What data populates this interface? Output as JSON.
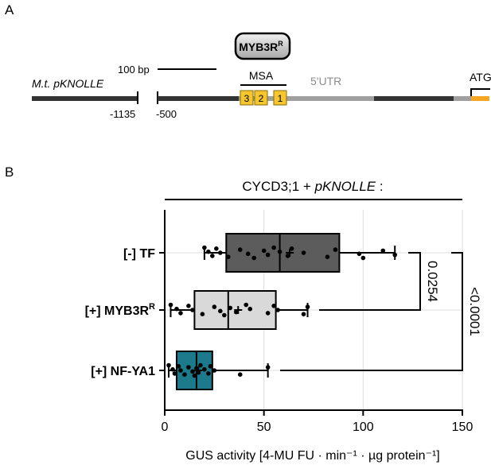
{
  "panel_a": {
    "label": "A",
    "tf_label": "MYB3R",
    "tf_sup": "R",
    "scale_label": "100 bp",
    "promoter_label_a": "M.t. ",
    "promoter_label_b": "pKNOLLE",
    "msa_label": "MSA",
    "utr_label": "5'UTR",
    "atg_label": "ATG",
    "pos_left": "-1135",
    "pos_right": "-500",
    "boxes": [
      "3",
      "2",
      "1"
    ]
  },
  "chart_data": {
    "type": "box",
    "panel_label": "B",
    "title_a": "CYCD3;1 + ",
    "title_b": "pKNOLLE",
    "title_c": " :",
    "xlabel": "GUS activity [4-MU FU · min⁻¹ · µg protein⁻¹]",
    "xlim": [
      0,
      150
    ],
    "xticks": [
      0,
      50,
      100,
      150
    ],
    "grid": true,
    "categories": [
      {
        "label": "[-] TF",
        "sup": ""
      },
      {
        "label": "[+] MYB3R",
        "sup": "R"
      },
      {
        "label": "[+] NF-YA1",
        "sup": ""
      }
    ],
    "boxes": [
      {
        "min": 20,
        "q1": 31,
        "median": 58,
        "mean": 63,
        "q3": 88,
        "max": 116,
        "color": "#5c5c5c",
        "points": [
          20,
          22,
          24,
          26,
          28,
          32,
          38,
          42,
          45,
          50,
          52,
          55,
          58,
          62,
          64,
          70,
          82,
          86,
          98,
          100,
          110,
          116
        ]
      },
      {
        "min": 3,
        "q1": 15,
        "median": 32,
        "mean": 37,
        "q3": 56,
        "max": 72,
        "color": "#d9d9d9",
        "points": [
          3,
          6,
          8,
          12,
          14,
          19,
          25,
          28,
          30,
          33,
          36,
          41,
          43,
          52,
          55,
          57,
          70,
          72
        ]
      },
      {
        "min": 2,
        "q1": 6,
        "median": 16,
        "mean": 17,
        "q3": 24,
        "max": 52,
        "color": "#1b7a8c",
        "points": [
          2,
          4,
          5,
          7,
          8,
          10,
          12,
          14,
          15,
          16,
          17,
          18,
          20,
          22,
          23,
          25,
          38,
          52
        ]
      }
    ],
    "pvalues": [
      "0.0254",
      "<0.0001"
    ],
    "colors": {
      "accent": "#1b7a8c",
      "grey": "#5c5c5c",
      "light": "#d9d9d9",
      "msa_box": "#f5c62e",
      "atg": "#f5a623"
    }
  }
}
